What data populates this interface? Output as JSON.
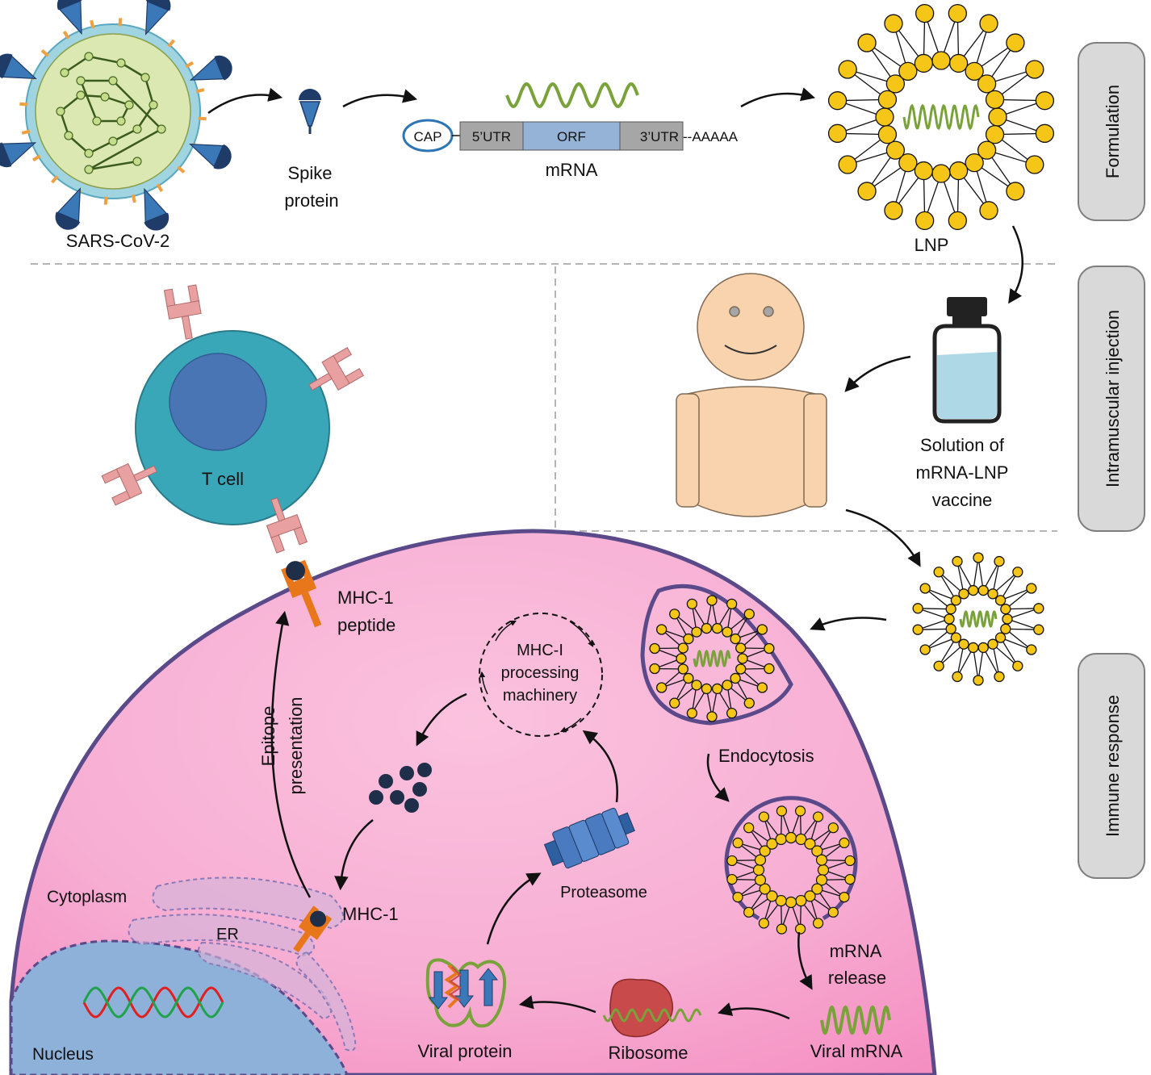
{
  "sections": {
    "formulation": "Formulation",
    "injection": "Intramuscular injection",
    "immune": "Immune response"
  },
  "labels": {
    "sars": "SARS-CoV-2",
    "spike1": "Spike",
    "spike2": "protein",
    "mrna": "mRNA",
    "cap": "CAP",
    "utr5": "5’UTR",
    "orf": "ORF",
    "utr3": "3’UTR",
    "polya": "--AAAAA",
    "lnp": "LNP",
    "solution1": "Solution of",
    "solution2": "mRNA-LNP",
    "solution3": "vaccine",
    "tcell": "T cell",
    "mhc_peptide1": "MHC-1",
    "mhc_peptide2": "peptide",
    "epitope1": "Epitope",
    "epitope2": "presentation",
    "mhci1": "MHC-I",
    "mhci2": "processing",
    "mhci3": "machinery",
    "endocytosis": "Endocytosis",
    "release1": "mRNA",
    "release2": "release",
    "viral_mrna": "Viral mRNA",
    "ribosome": "Ribosome",
    "viral_protein": "Viral protein",
    "proteasome": "Proteasome",
    "mhc1": "MHC-1",
    "cytoplasm": "Cytoplasm",
    "er": "ER",
    "nucleus": "Nucleus"
  },
  "colors": {
    "lipid_head": "#f5c518",
    "cell_fill": "#f7a8d0",
    "cell_border": "#5b4a8a",
    "tcell": "#3aa7b8",
    "tcell_nucleus": "#4a75b5",
    "receptor": "#e8a0a0",
    "mhc": "#e8761a",
    "mrna_green": "#7aa23a",
    "spike_blue": "#3a78b8",
    "ribosome": "#c84a4a",
    "skin": "#f9d3ad",
    "vial_liquid": "#aed8e6"
  }
}
